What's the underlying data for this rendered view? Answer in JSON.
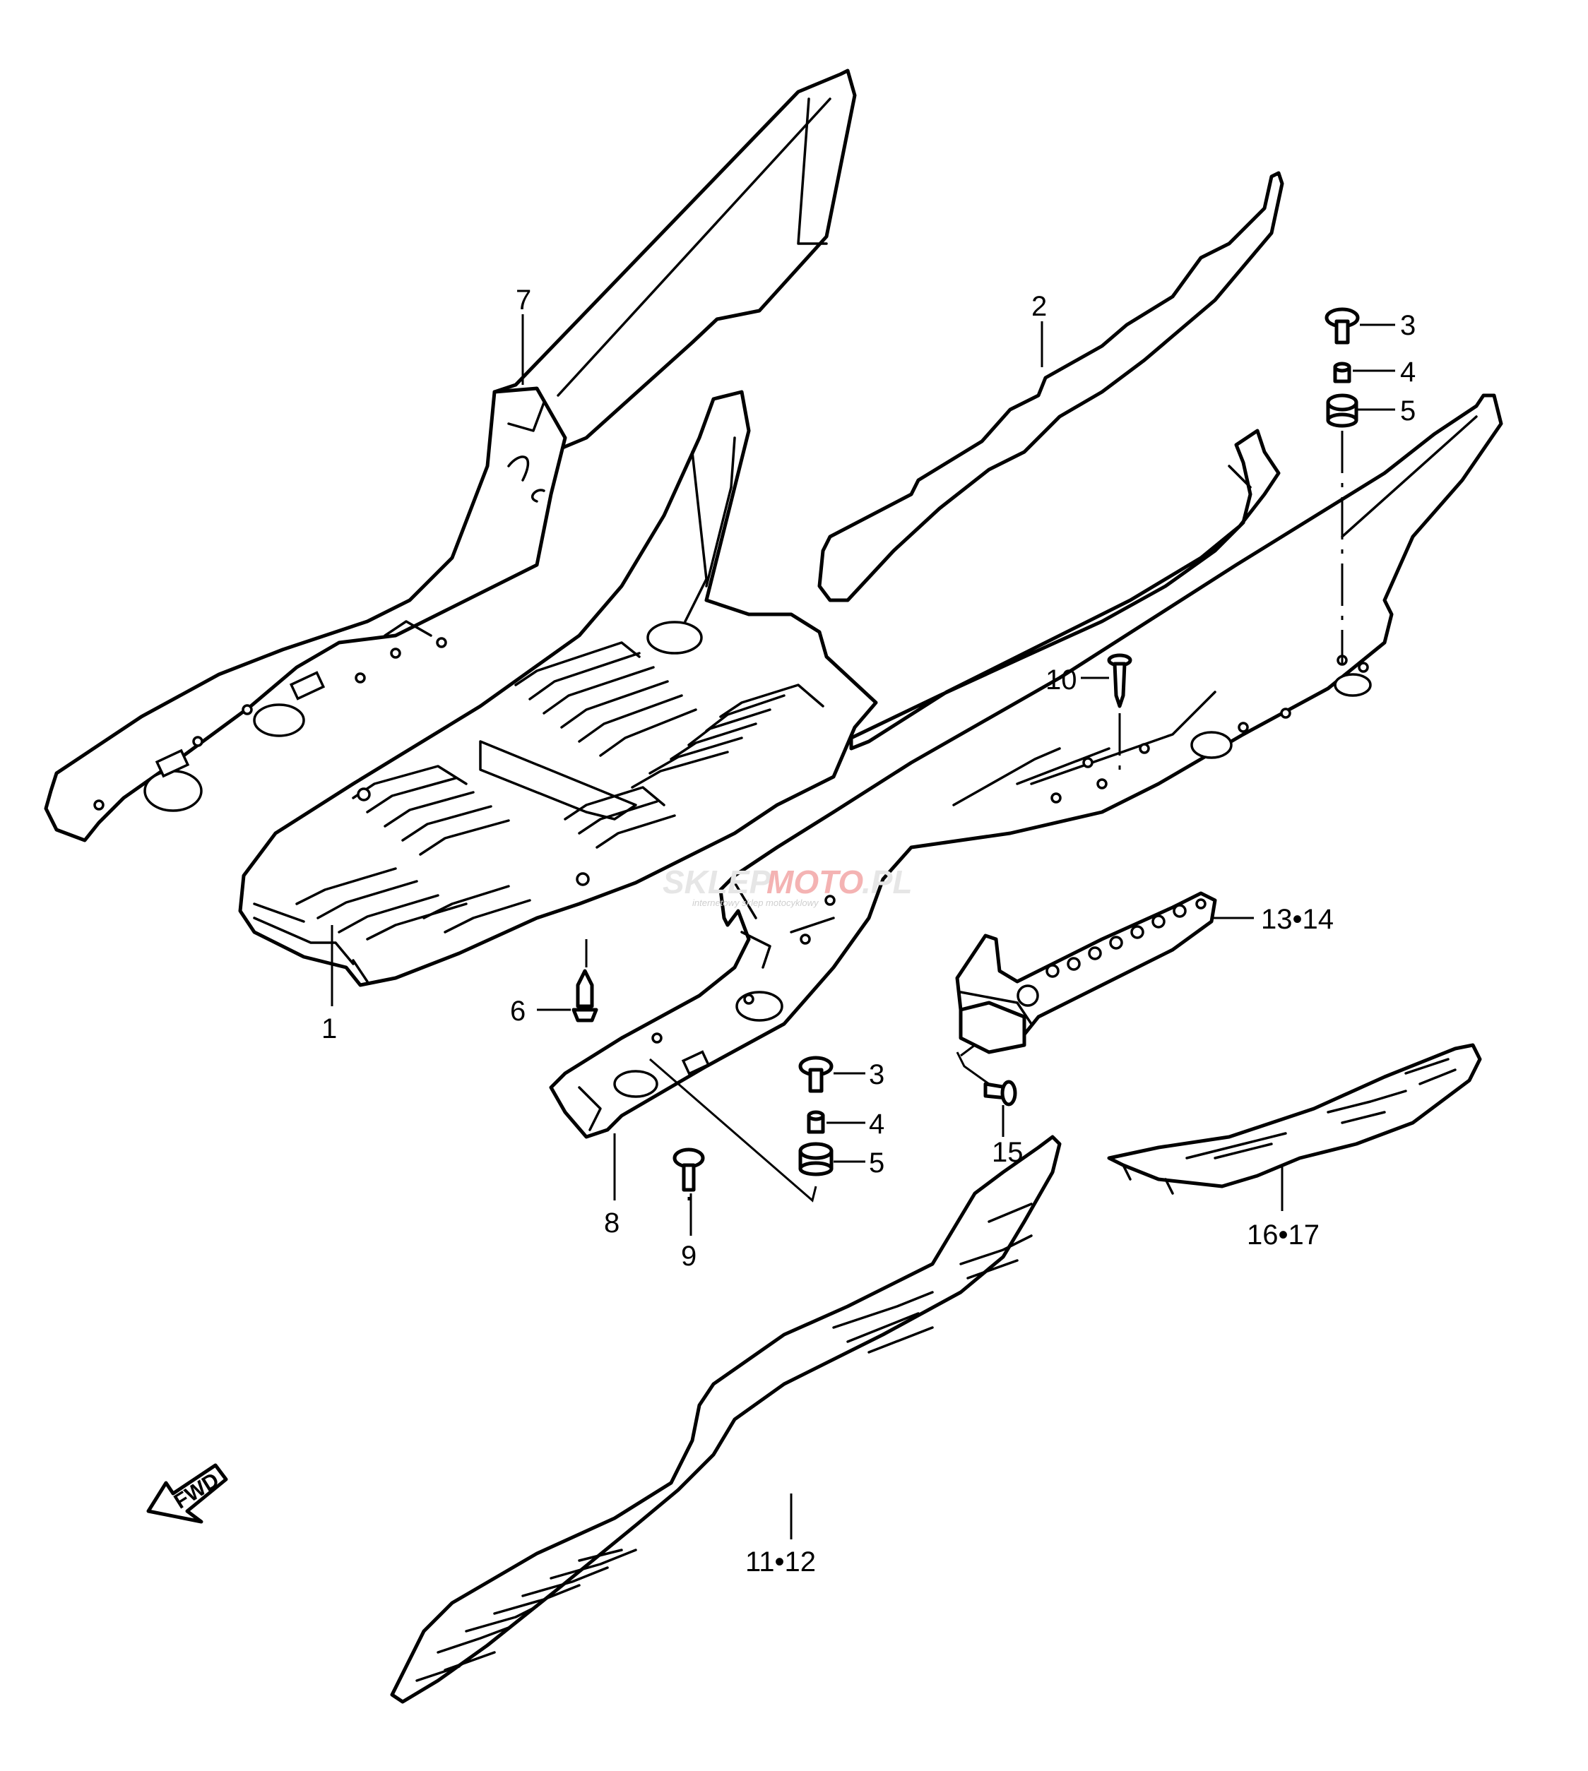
{
  "diagram": {
    "callouts": {
      "c1": "1",
      "c2": "2",
      "c3a": "3",
      "c4a": "4",
      "c5a": "5",
      "c3b": "3",
      "c4b": "4",
      "c5b": "5",
      "c6": "6",
      "c7": "7",
      "c8": "8",
      "c9": "9",
      "c10": "10",
      "c11_12": "11•12",
      "c13_14": "13•14",
      "c15": "15",
      "c16_17": "16•17"
    },
    "fwd_label": "FWD",
    "watermark": {
      "brand_a": "SKLEP",
      "brand_b": "MOTO",
      "brand_c": ".PL",
      "tagline": "internetowy sklep motocyklowy"
    }
  }
}
